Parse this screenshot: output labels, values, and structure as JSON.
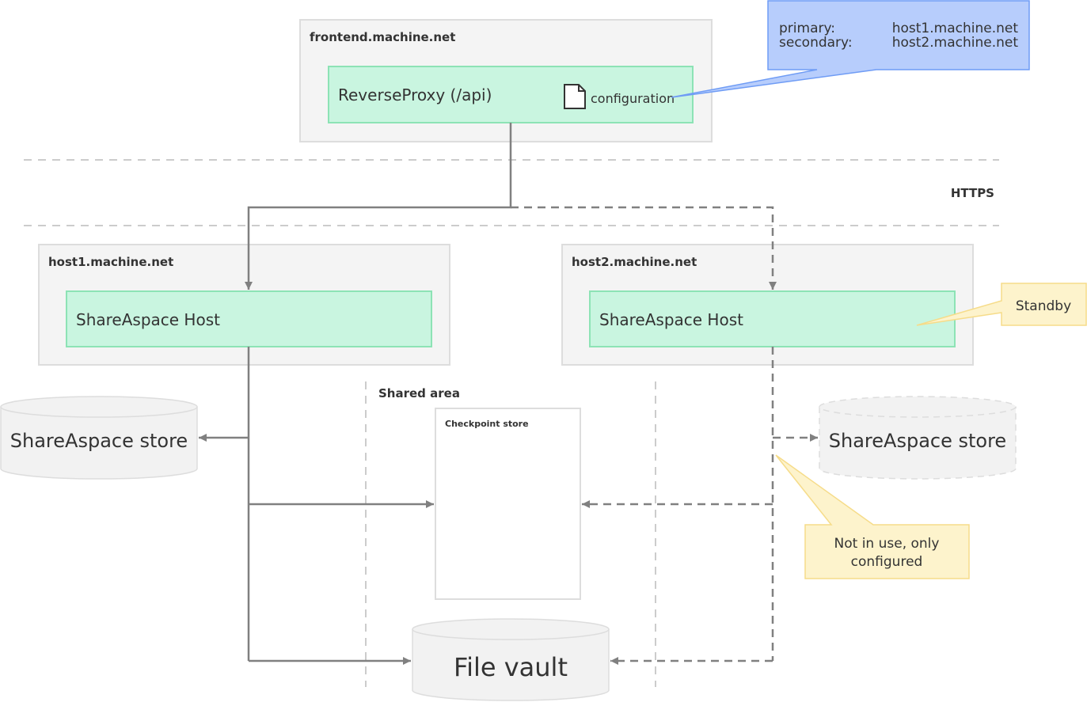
{
  "frontend": {
    "title": "frontend.machine.net",
    "proxy_label": "ReverseProxy (/api)",
    "config_label": "configuration"
  },
  "config_callout": {
    "primary_key": "primary:",
    "primary_value": "host1.machine.net",
    "secondary_key": "secondary:",
    "secondary_value": "host2.machine.net"
  },
  "protocol_label": "HTTPS",
  "host1": {
    "title": "host1.machine.net",
    "node_label": "ShareAspace Host",
    "store_label": "ShareAspace store"
  },
  "host2": {
    "title": "host2.machine.net",
    "node_label": "ShareAspace Host",
    "store_label": "ShareAspace store",
    "standby_note": "Standby",
    "unused_note_line1": "Not in use, only",
    "unused_note_line2": "configured"
  },
  "shared": {
    "title": "Shared area",
    "checkpoint_label": "Checkpoint store",
    "vault_label": "File vault"
  },
  "colors": {
    "container_fill": "#f4f4f4",
    "container_stroke": "#dddddd",
    "node_fill": "#c9f5e0",
    "node_stroke": "#8de3b5",
    "callout_fill": "#b7cdfc",
    "callout_stroke": "#6f9cf5",
    "note_fill": "#fdf3cc",
    "note_stroke": "#f6dc8a",
    "connector": "#808080"
  },
  "icons": [
    "document-icon",
    "arrow-head"
  ]
}
